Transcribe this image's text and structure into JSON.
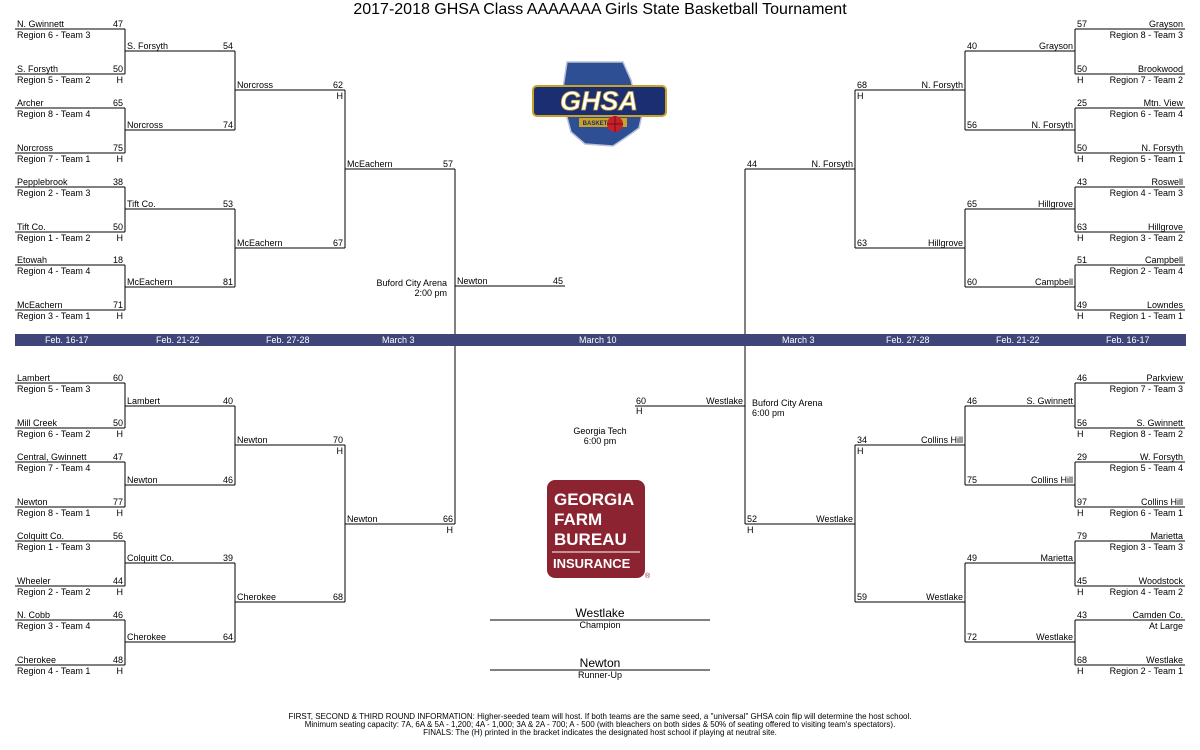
{
  "title": "2017-2018 GHSA Class AAAAAAA Girls State Basketball Tournament",
  "dates_bar": {
    "labels": [
      "Feb. 16-17",
      "Feb. 21-22",
      "Feb. 27-28",
      "March 3",
      "March 10",
      "March 3",
      "Feb. 27-28",
      "Feb. 21-22",
      "Feb. 16-17"
    ],
    "color": "#3f4579"
  },
  "venues": {
    "semi_top": {
      "name": "Buford City Arena",
      "time": "2:00 pm"
    },
    "semi_bottom": {
      "name": "Buford City Arena",
      "time": "6:00 pm"
    },
    "final": {
      "name": "Georgia Tech",
      "time": "6:00 pm"
    }
  },
  "champion": {
    "team": "Westlake",
    "label": "Champion"
  },
  "runner_up": {
    "team": "Newton",
    "label": "Runner-Up"
  },
  "logos": {
    "ghsa": {
      "text": "GHSA",
      "subtext": "BASKETBALL"
    },
    "sponsor": {
      "lines": [
        "GEORGIA",
        "FARM",
        "BUREAU"
      ],
      "bottom": "INSURANCE",
      "mark": "®",
      "color": "#8b2330"
    }
  },
  "footer": [
    "FIRST, SECOND & THIRD ROUND INFORMATION: Higher-seeded team will host. If both teams are the same seed, a \"universal\" GHSA coin flip will determine the host school.",
    "Minimum seating capacity: 7A, 6A & 5A - 1,200; 4A - 1,000; 3A & 2A - 700; A - 500 (with bleachers on both sides & 50% of seating offered to visiting team's spectators).",
    "FINALS: The (H) printed in the bracket indicates the designated host school if playing at neutral site."
  ],
  "bracket": {
    "left": {
      "r1": [
        {
          "name": "N. Gwinnett",
          "sub": "Region 6 - Team 3",
          "score": "47",
          "host": ""
        },
        {
          "name": "S. Forsyth",
          "sub": "Region 5 - Team 2",
          "score": "50",
          "host": "H"
        },
        {
          "name": "Archer",
          "sub": "Region 8 - Team 4",
          "score": "65",
          "host": ""
        },
        {
          "name": "Norcross",
          "sub": "Region 7 - Team 1",
          "score": "75",
          "host": "H"
        },
        {
          "name": "Pepplebrook",
          "sub": "Region 2 - Team 3",
          "score": "38",
          "host": ""
        },
        {
          "name": "Tift Co.",
          "sub": "Region 1 - Team 2",
          "score": "50",
          "host": "H"
        },
        {
          "name": "Etowah",
          "sub": "Region 4 - Team 4",
          "score": "18",
          "host": ""
        },
        {
          "name": "McEachern",
          "sub": "Region 3 - Team 1",
          "score": "71",
          "host": "H"
        },
        {
          "name": "Lambert",
          "sub": "Region 5 - Team 3",
          "score": "60",
          "host": ""
        },
        {
          "name": "Mill Creek",
          "sub": "Region 6 - Team 2",
          "score": "50",
          "host": "H"
        },
        {
          "name": "Central, Gwinnett",
          "sub": "Region 7 - Team 4",
          "score": "47",
          "host": ""
        },
        {
          "name": "Newton",
          "sub": "Region 8 - Team 1",
          "score": "77",
          "host": "H"
        },
        {
          "name": "Colquitt Co.",
          "sub": "Region 1 - Team 3",
          "score": "56",
          "host": ""
        },
        {
          "name": "Wheeler",
          "sub": "Region 2 - Team 2",
          "score": "44",
          "host": "H"
        },
        {
          "name": "N. Cobb",
          "sub": "Region 3 - Team 4",
          "score": "46",
          "host": ""
        },
        {
          "name": "Cherokee",
          "sub": "Region 4 - Team 1",
          "score": "48",
          "host": "H"
        }
      ],
      "r2": [
        {
          "name": "S. Forsyth",
          "score": "54",
          "host": ""
        },
        {
          "name": "Norcross",
          "score": "74",
          "host": ""
        },
        {
          "name": "Tift Co.",
          "score": "53",
          "host": ""
        },
        {
          "name": "McEachern",
          "score": "81",
          "host": ""
        },
        {
          "name": "Lambert",
          "score": "40",
          "host": ""
        },
        {
          "name": "Newton",
          "score": "46",
          "host": ""
        },
        {
          "name": "Colquitt Co.",
          "score": "39",
          "host": ""
        },
        {
          "name": "Cherokee",
          "score": "64",
          "host": ""
        }
      ],
      "r3": [
        {
          "name": "Norcross",
          "score": "62",
          "host": "H"
        },
        {
          "name": "McEachern",
          "score": "67",
          "host": ""
        },
        {
          "name": "Newton",
          "score": "70",
          "host": "H"
        },
        {
          "name": "Cherokee",
          "score": "68",
          "host": ""
        }
      ],
      "r4": [
        {
          "name": "McEachern",
          "score": "57",
          "host": ""
        },
        {
          "name": "Newton",
          "score": "66",
          "host": "H"
        }
      ],
      "semi": {
        "name": "Newton",
        "score": "45"
      }
    },
    "right": {
      "r1": [
        {
          "name": "Grayson",
          "sub": "Region 8 - Team 3",
          "score": "57",
          "host": ""
        },
        {
          "name": "Brookwood",
          "sub": "Region 7 - Team 2",
          "score": "50",
          "host": "H"
        },
        {
          "name": "Mtn. View",
          "sub": "Region 6 - Team 4",
          "score": "25",
          "host": ""
        },
        {
          "name": "N. Forsyth",
          "sub": "Region 5 - Team 1",
          "score": "50",
          "host": "H"
        },
        {
          "name": "Roswell",
          "sub": "Region 4 - Team 3",
          "score": "43",
          "host": ""
        },
        {
          "name": "Hillgrove",
          "sub": "Region 3 - Team 2",
          "score": "63",
          "host": "H"
        },
        {
          "name": "Campbell",
          "sub": "Region 2 - Team 4",
          "score": "51",
          "host": ""
        },
        {
          "name": "Lowndes",
          "sub": "Region 1 - Team 1",
          "score": "49",
          "host": "H"
        },
        {
          "name": "Parkview",
          "sub": "Region 7 - Team 3",
          "score": "46",
          "host": ""
        },
        {
          "name": "S. Gwinnett",
          "sub": "Region 8 - Team 2",
          "score": "56",
          "host": "H"
        },
        {
          "name": "W. Forsyth",
          "sub": "Region 5 - Team 4",
          "score": "29",
          "host": ""
        },
        {
          "name": "Collins Hill",
          "sub": "Region 6 - Team 1",
          "score": "97",
          "host": "H"
        },
        {
          "name": "Marietta",
          "sub": "Region 3 - Team 3",
          "score": "79",
          "host": ""
        },
        {
          "name": "Woodstock",
          "sub": "Region 4 - Team 2",
          "score": "45",
          "host": "H"
        },
        {
          "name": "Camden Co.",
          "sub": "At Large",
          "score": "43",
          "host": ""
        },
        {
          "name": "Westlake",
          "sub": "Region 2 - Team 1",
          "score": "68",
          "host": "H"
        }
      ],
      "r2": [
        {
          "name": "Grayson",
          "score": "40",
          "host": ""
        },
        {
          "name": "N. Forsyth",
          "score": "56",
          "host": ""
        },
        {
          "name": "Hillgrove",
          "score": "65",
          "host": ""
        },
        {
          "name": "Campbell",
          "score": "60",
          "host": ""
        },
        {
          "name": "S. Gwinnett",
          "score": "46",
          "host": ""
        },
        {
          "name": "Collins Hill",
          "score": "75",
          "host": ""
        },
        {
          "name": "Marietta",
          "score": "49",
          "host": ""
        },
        {
          "name": "Westlake",
          "score": "72",
          "host": ""
        }
      ],
      "r3": [
        {
          "name": "N. Forsyth",
          "score": "68",
          "host": "H"
        },
        {
          "name": "Hillgrove",
          "score": "63",
          "host": ""
        },
        {
          "name": "Collins Hill",
          "score": "34",
          "host": "H"
        },
        {
          "name": "Westlake",
          "score": "59",
          "host": ""
        }
      ],
      "r4": [
        {
          "name": "N. Forsyth",
          "score": "44",
          "host": ""
        },
        {
          "name": "Westlake",
          "score": "52",
          "host": "H"
        }
      ],
      "semi": {
        "name": "Westlake",
        "score": "60",
        "host": "H"
      }
    }
  }
}
